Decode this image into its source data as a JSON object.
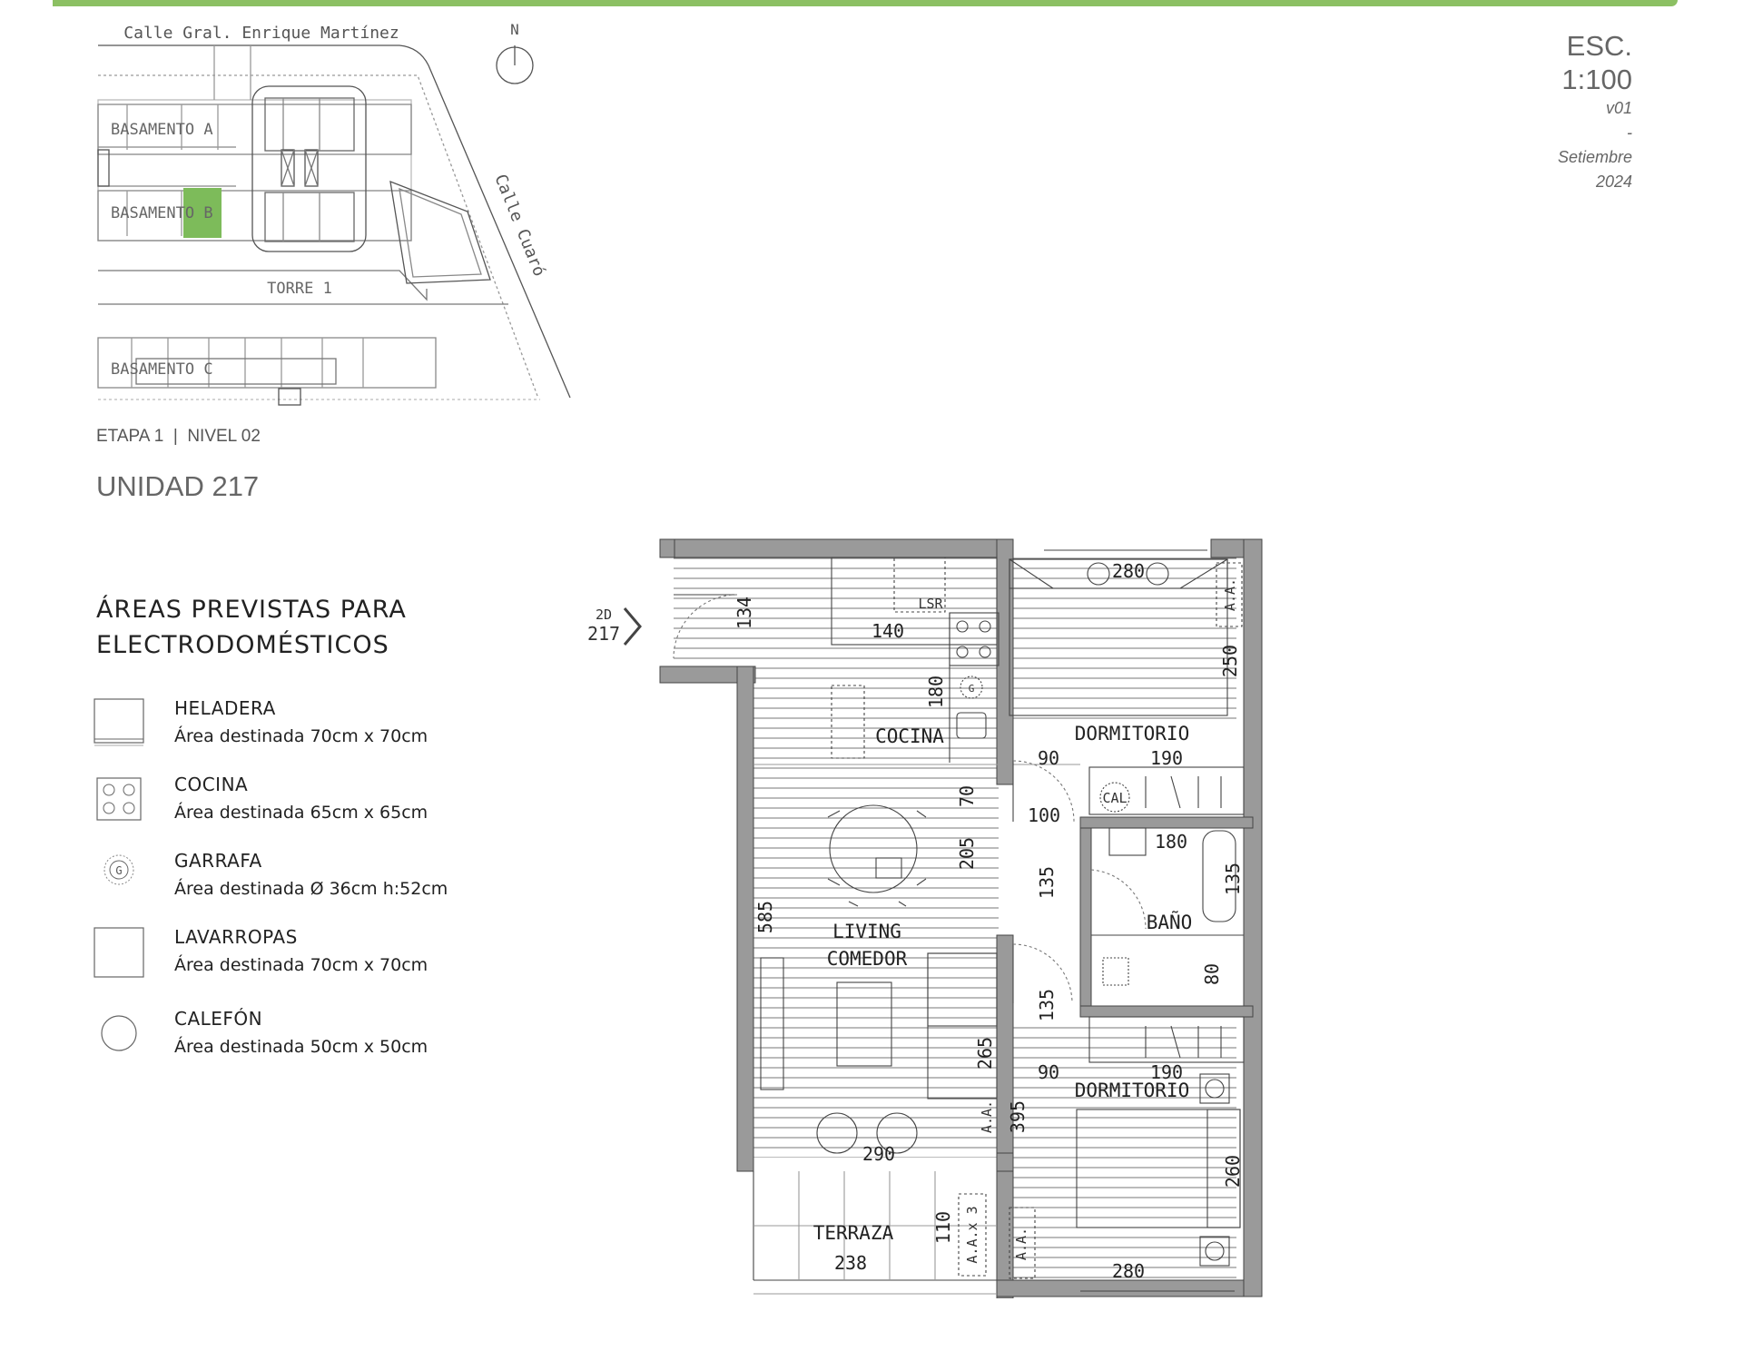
{
  "colors": {
    "accent": "#8cc063",
    "wall": "#9a9a9a",
    "line": "#333333"
  },
  "header": {
    "scale_label": "ESC.",
    "scale_value": "1:100",
    "version": "v01",
    "separator": "-",
    "month": "Setiembre",
    "year": "2024"
  },
  "site_plan": {
    "street_1": "Calle Gral. Enrique Martínez",
    "street_2": "Calle Cuaró",
    "north": "N",
    "block_a": "BASAMENTO A",
    "block_b": "BASAMENTO B",
    "tower": "TORRE 1",
    "block_c": "BASAMENTO C"
  },
  "unit": {
    "stage_line": "ETAPA 1  |  NIVEL 02",
    "title": "UNIDAD 217"
  },
  "legend": {
    "title_line_1": "ÁREAS PREVISTAS PARA",
    "title_line_2": "ELECTRODOMÉSTICOS",
    "items": [
      {
        "name": "HELADERA",
        "desc": "Área destinada 70cm x 70cm",
        "icon": "fridge-icon"
      },
      {
        "name": "COCINA",
        "desc": "Área destinada 65cm x 65cm",
        "icon": "stove-icon"
      },
      {
        "name": "GARRAFA",
        "desc": "Área destinada Ø 36cm h:52cm",
        "icon": "gas-cylinder-icon",
        "symbol": "G"
      },
      {
        "name": "LAVARROPAS",
        "desc": "Área destinada 70cm x 70cm",
        "icon": "washer-icon"
      },
      {
        "name": "CALEFÓN",
        "desc": "Área destinada 50cm x 50cm",
        "icon": "water-heater-icon"
      }
    ]
  },
  "floor_plan": {
    "entry_top": "2D",
    "entry_bottom": "217",
    "rooms": {
      "kitchen": "COCINA",
      "living_1": "LIVING",
      "living_2": "COMEDOR",
      "bedroom_1": "DORMITORIO",
      "bedroom_2": "DORMITORIO",
      "bath": "BAÑO",
      "terrace": "TERRAZA"
    },
    "labels": {
      "lsr": "LSR",
      "cal": "CAL",
      "gas": "G",
      "aa": "A.A.",
      "aa3": "A.A.x 3"
    },
    "dims": {
      "d134": "134",
      "d140": "140",
      "d180k": "180",
      "d70": "70",
      "d205": "205",
      "d585": "585",
      "d265": "265",
      "d290": "290",
      "d395": "395",
      "d135a": "135",
      "d135b": "135",
      "d280t": "280",
      "d250": "250",
      "d90a": "90",
      "d190a": "190",
      "d100": "100",
      "d180b": "180",
      "d135c": "135",
      "d80": "80",
      "d90b": "90",
      "d190b": "190",
      "d260": "260",
      "d280b": "280",
      "d110": "110",
      "d238": "238"
    }
  }
}
